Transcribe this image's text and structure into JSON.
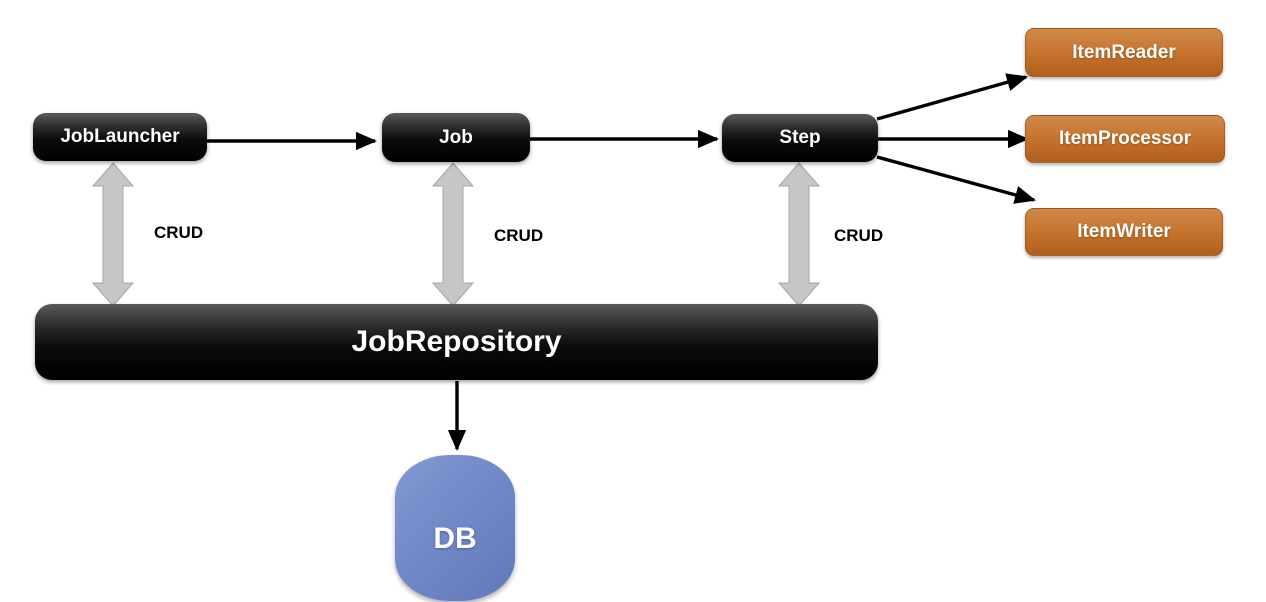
{
  "diagram": {
    "background": "#ffffff",
    "nodes": {
      "job_launcher": "JobLauncher",
      "job": "Job",
      "step": "Step",
      "item_reader": "ItemReader",
      "item_processor": "ItemProcessor",
      "item_writer": "ItemWriter",
      "job_repository": "JobRepository",
      "db": "DB"
    },
    "edges": [
      {
        "from": "JobLauncher",
        "to": "Job",
        "type": "solid-arrow",
        "label": ""
      },
      {
        "from": "Job",
        "to": "Step",
        "type": "solid-arrow",
        "label": ""
      },
      {
        "from": "Step",
        "to": "ItemReader",
        "type": "solid-arrow",
        "label": ""
      },
      {
        "from": "Step",
        "to": "ItemProcessor",
        "type": "solid-arrow",
        "label": ""
      },
      {
        "from": "Step",
        "to": "ItemWriter",
        "type": "solid-arrow",
        "label": ""
      },
      {
        "from": "JobLauncher",
        "to": "JobRepository",
        "type": "double-arrow-gray",
        "label": "CRUD"
      },
      {
        "from": "Job",
        "to": "JobRepository",
        "type": "double-arrow-gray",
        "label": "CRUD"
      },
      {
        "from": "Step",
        "to": "JobRepository",
        "type": "double-arrow-gray",
        "label": "CRUD"
      },
      {
        "from": "JobRepository",
        "to": "DB",
        "type": "solid-arrow",
        "label": ""
      }
    ],
    "colors": {
      "node_black": "#000000",
      "node_orange": "#c4712c",
      "node_blue": "#7289c8",
      "arrow_black": "#000000",
      "arrow_gray": "#c6c6c6",
      "node_text": "#ffffff",
      "edge_label_text": "#000000"
    }
  }
}
